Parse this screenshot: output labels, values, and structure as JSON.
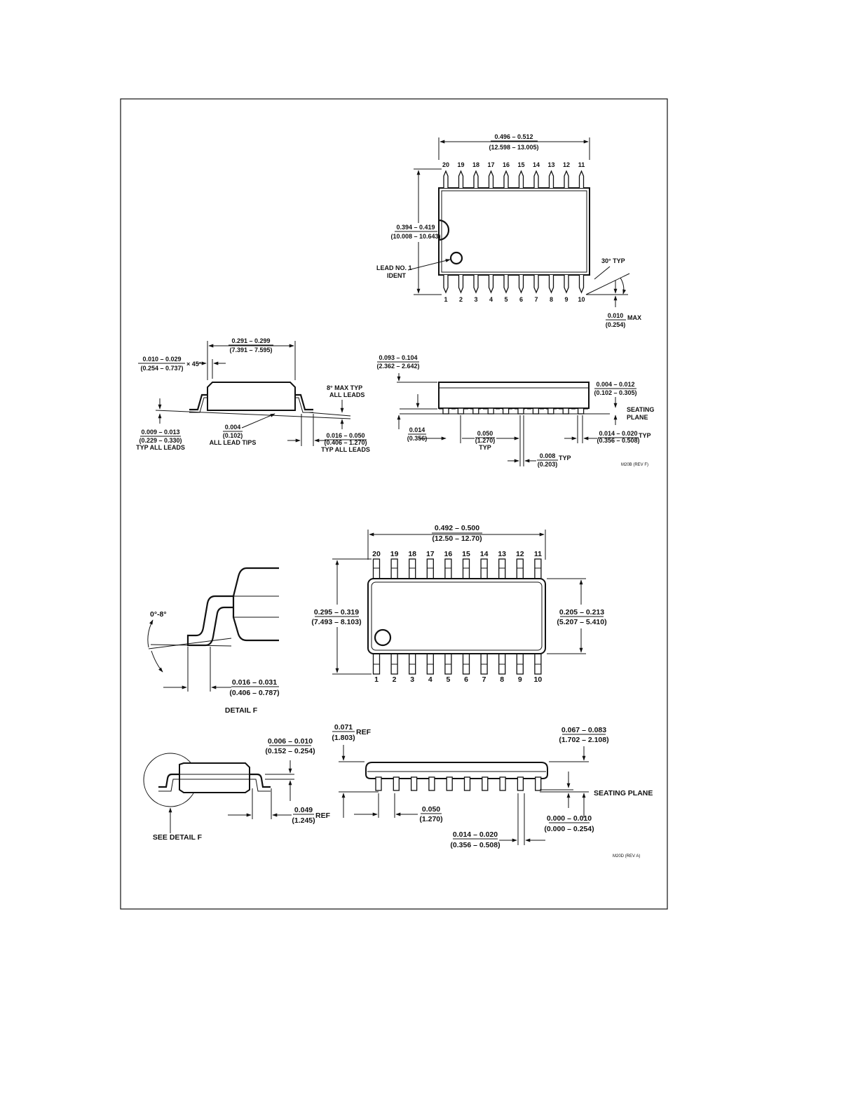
{
  "m20b": {
    "top_pins": [
      "20",
      "19",
      "18",
      "17",
      "16",
      "15",
      "14",
      "13",
      "12",
      "11"
    ],
    "bottom_pins": [
      "1",
      "2",
      "3",
      "4",
      "5",
      "6",
      "7",
      "8",
      "9",
      "10"
    ],
    "length_in": "0.496 – 0.512",
    "length_mm": "(12.598 – 13.005)",
    "width_in": "0.394 – 0.419",
    "width_mm": "(10.008 – 10.643)",
    "lead1_line1": "LEAD NO. 1",
    "lead1_line2": "IDENT",
    "angle_typ": "30° TYP",
    "max_in": "0.010",
    "max_suffix": "MAX",
    "max_mm": "(0.254)",
    "body_in": "0.291 – 0.299",
    "body_mm": "(7.391 – 7.595)",
    "chamfer_in": "0.010 – 0.029",
    "chamfer_mm": "(0.254 – 0.737)",
    "chamfer_suffix": "× 45°",
    "angle8_line1": "8° MAX TYP",
    "angle8_line2": "ALL LEADS",
    "lead_thk_in": "0.009 – 0.013",
    "lead_thk_mm": "(0.229 – 0.330)",
    "lead_thk_note": "TYP ALL LEADS",
    "tips_in": "0.004",
    "tips_mm": "(0.102)",
    "tips_note": "ALL LEAD TIPS",
    "foot_in": "0.016 – 0.050",
    "foot_mm": "(0.406 – 1.270)",
    "foot_note": "TYP ALL LEADS",
    "height_in": "0.093 – 0.104",
    "height_mm": "(2.362 – 2.642)",
    "standoff_in": "0.004 – 0.012",
    "standoff_mm": "(0.102 – 0.305)",
    "seating_1": "SEATING",
    "seating_2": "PLANE",
    "lead_w_in": "0.014",
    "lead_w_mm": "(0.356)",
    "pitch_in": "0.050",
    "pitch_mm": "(1.270)",
    "pitch_note": "TYP",
    "lead_wid_in": "0.014 – 0.020",
    "lead_wid_mm": "(0.356 – 0.508)",
    "lead_wid_suffix": "TYP",
    "gap_in": "0.008",
    "gap_mm": "(0.203)",
    "gap_suffix": "TYP",
    "ref": "M20B (REV F)"
  },
  "m20d": {
    "top_pins": [
      "20",
      "19",
      "18",
      "17",
      "16",
      "15",
      "14",
      "13",
      "12",
      "11"
    ],
    "bottom_pins": [
      "1",
      "2",
      "3",
      "4",
      "5",
      "6",
      "7",
      "8",
      "9",
      "10"
    ],
    "length_in": "0.492 – 0.500",
    "length_mm": "(12.50 – 12.70)",
    "width_in": "0.295 – 0.319",
    "width_mm": "(7.493 – 8.103)",
    "body_w_in": "0.205 – 0.213",
    "body_w_mm": "(5.207 – 5.410)",
    "angle": "0°-8°",
    "foot_in": "0.016 – 0.031",
    "foot_mm": "(0.406 – 0.787)",
    "detail_label": "DETAIL F",
    "lead_thk_in": "0.006 – 0.010",
    "lead_thk_mm": "(0.152 – 0.254)",
    "ref_len_in": "0.049",
    "ref_len_mm": "(1.245)",
    "ref_suffix": "REF",
    "see_detail": "SEE DETAIL F",
    "ref_h_in": "0.071",
    "ref_h_mm": "(1.803)",
    "ref_h_suffix": "REF",
    "height_in": "0.067 – 0.083",
    "height_mm": "(1.702 – 2.108)",
    "seating": "SEATING PLANE",
    "standoff_in": "0.000 – 0.010",
    "standoff_mm": "(0.000 – 0.254)",
    "pitch_in": "0.050",
    "pitch_mm": "(1.270)",
    "lead_wid_in": "0.014 – 0.020",
    "lead_wid_mm": "(0.356 – 0.508)",
    "ref": "M20D (REV A)"
  }
}
